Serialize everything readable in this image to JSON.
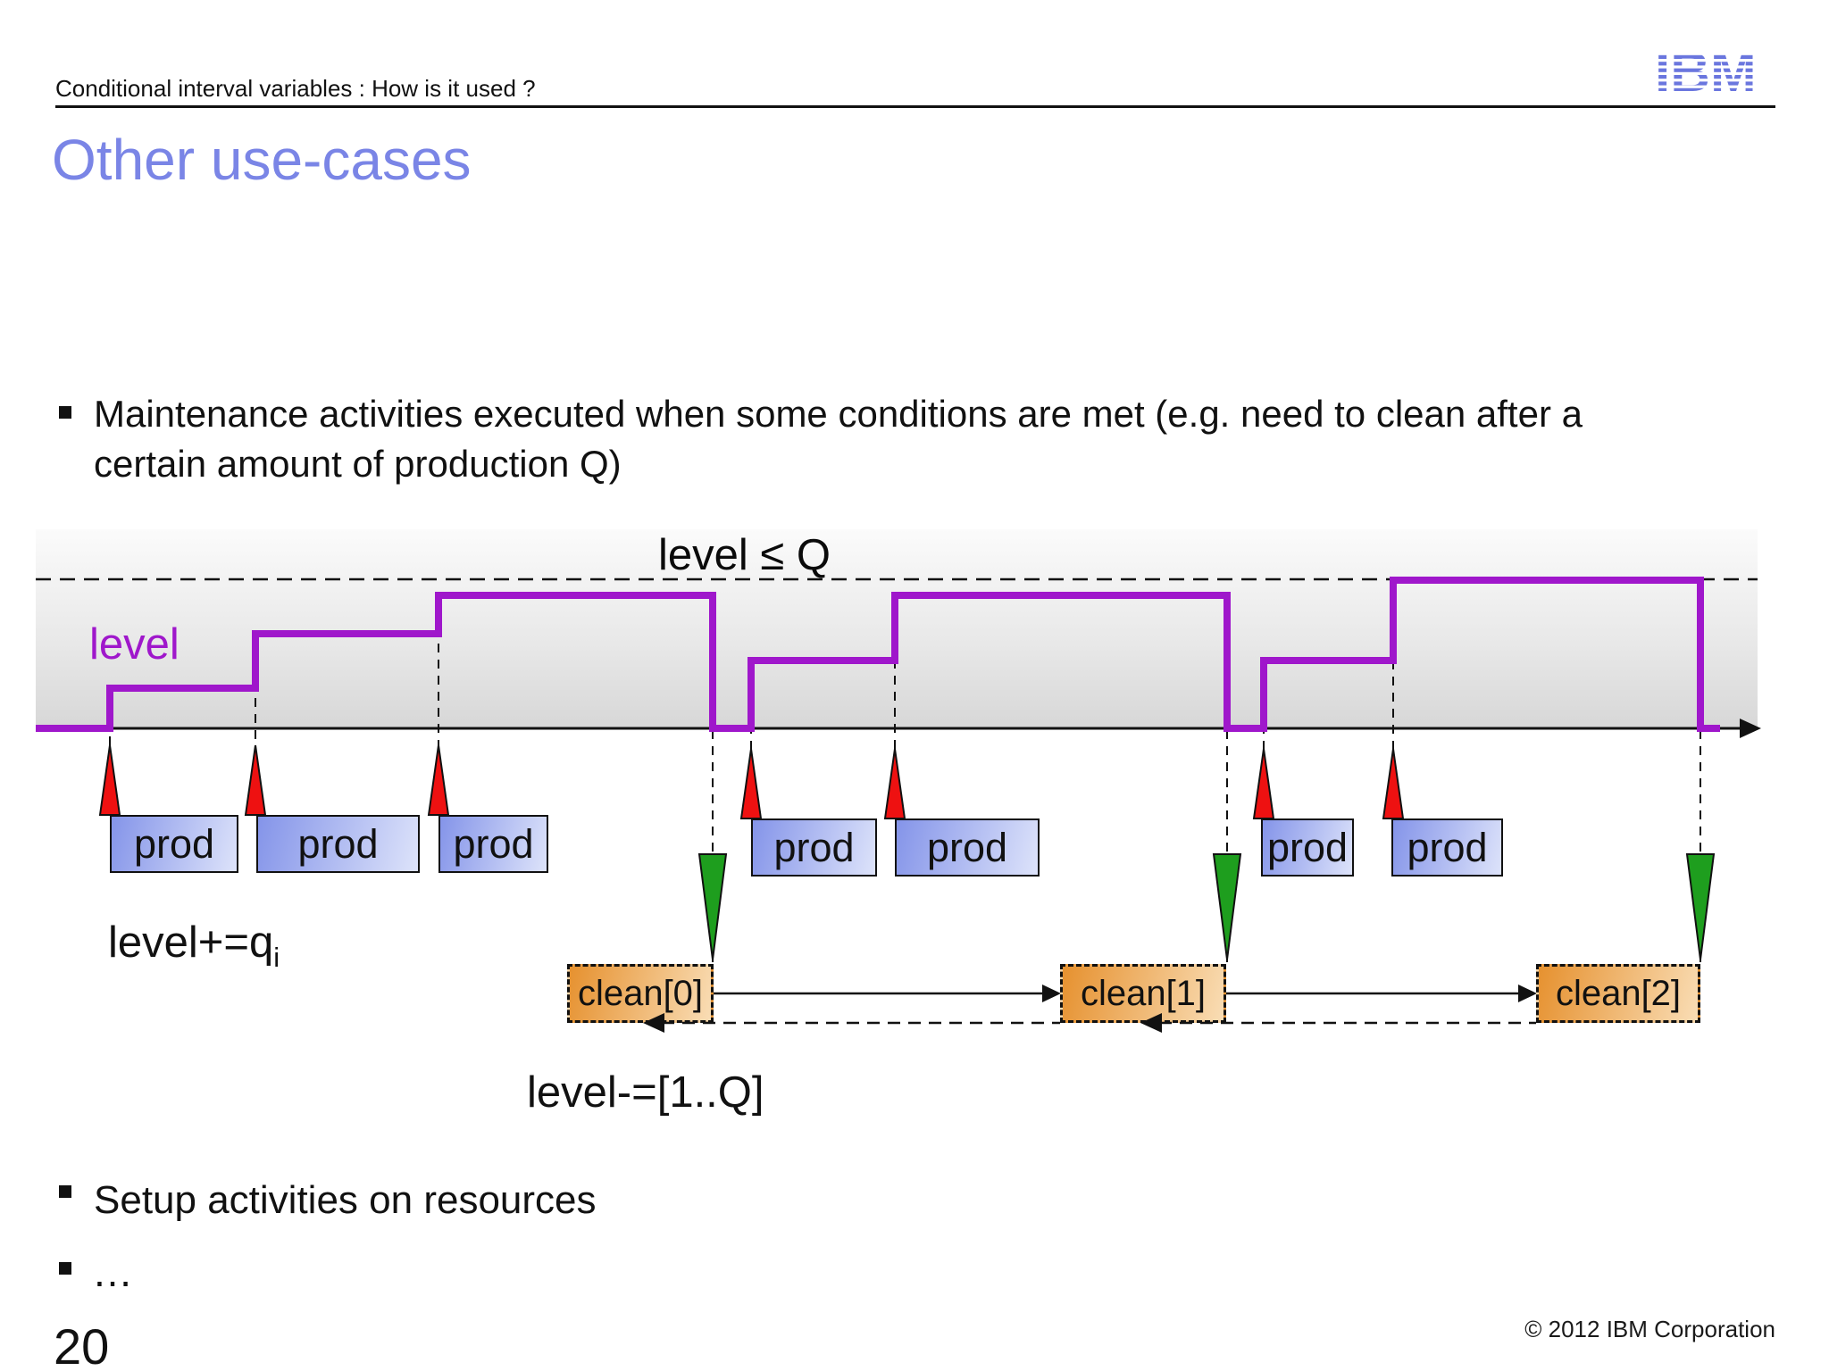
{
  "header": {
    "breadcrumb": "Conditional interval variables : How is it used ?",
    "logo_text": "IBM"
  },
  "title": "Other use-cases",
  "bullets": {
    "b1_line1": "Maintenance activities executed when some conditions are met (e.g. need to clean after a",
    "b1_line2": "certain amount of production Q)",
    "b2": "Setup activities on resources",
    "b3": "…"
  },
  "diagram": {
    "q_constraint_label": "level ≤ Q",
    "level_label": "level",
    "increment_label": "level+=q",
    "increment_subscript": "i",
    "decrement_label": "level-=[1..Q]",
    "prod_label": "prod",
    "clean_labels": [
      "clean[0]",
      "clean[1]",
      "clean[2]"
    ],
    "prod_event_count": 7,
    "clean_event_count": 3
  },
  "footer": {
    "page_number": "20",
    "copyright": "© 2012 IBM Corporation"
  },
  "colors": {
    "title_accent": "#7a85e6",
    "ibm_logo": "#6a76de",
    "level_curve": "#9f17cb",
    "prod_event_marker": "#ee1111",
    "clean_event_marker": "#1e9e1e",
    "prod_box_dark": "#8494e9",
    "prod_box_light": "#dde3fa",
    "clean_box_dark": "#e6912f",
    "clean_box_light": "#f9ddb5",
    "band_gray": "#d7d7d7"
  }
}
